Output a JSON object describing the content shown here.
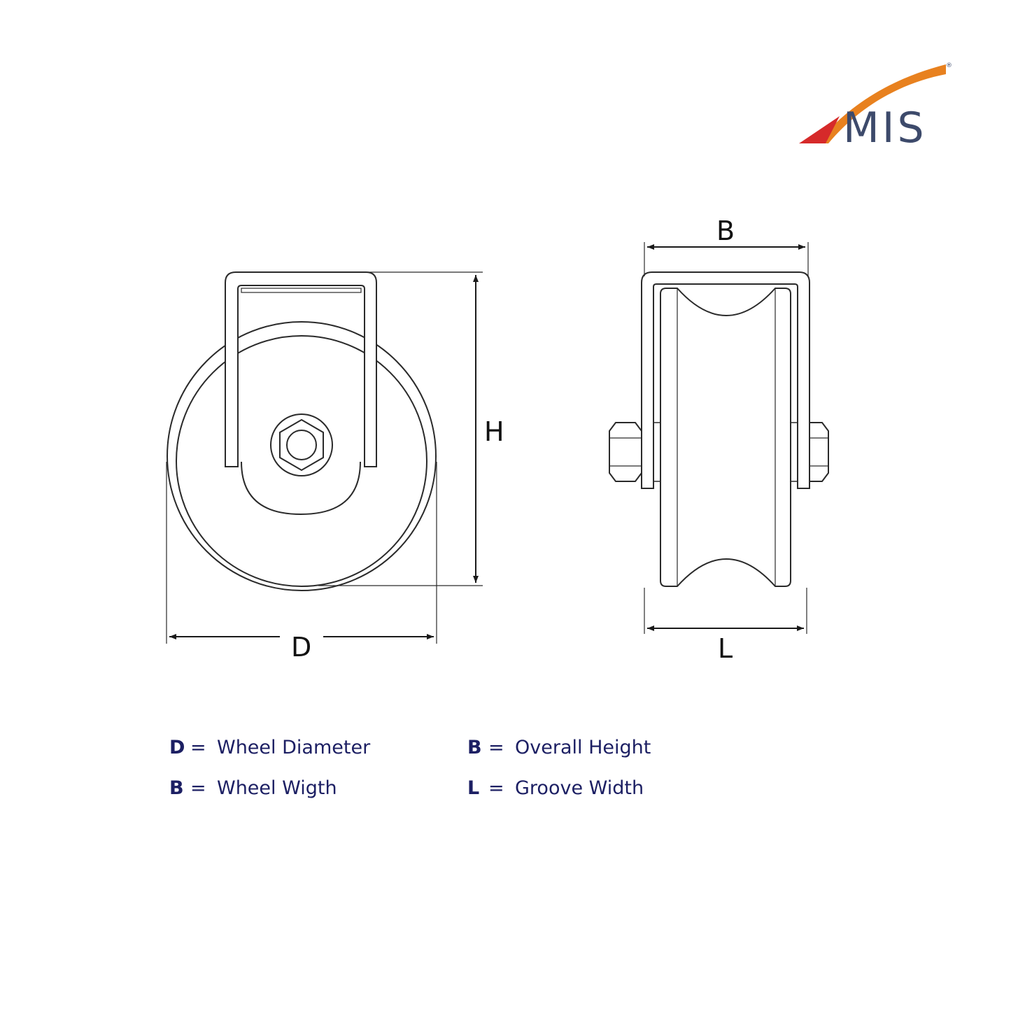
{
  "logo": {
    "text": "MIS",
    "registered_mark": "®",
    "colors": {
      "arc": "#e8811f",
      "accent": "#d62a2a",
      "text": "#3d4a6b"
    }
  },
  "dimensions": {
    "front_view": {
      "height_label": "H",
      "diameter_label": "D"
    },
    "side_view": {
      "top_label": "B",
      "bottom_label": "L"
    }
  },
  "legend": [
    {
      "symbol": "D",
      "equals": "=",
      "description": "Wheel Diameter"
    },
    {
      "symbol": "B",
      "equals": "=",
      "description": "Overall Height"
    },
    {
      "symbol": "B",
      "equals": "=",
      "description": "Wheel Wigth"
    },
    {
      "symbol": "L",
      "equals": "=",
      "description": "Groove Width"
    }
  ],
  "colors": {
    "line": "#2a2a2a",
    "legend_text": "#1c1f63"
  }
}
